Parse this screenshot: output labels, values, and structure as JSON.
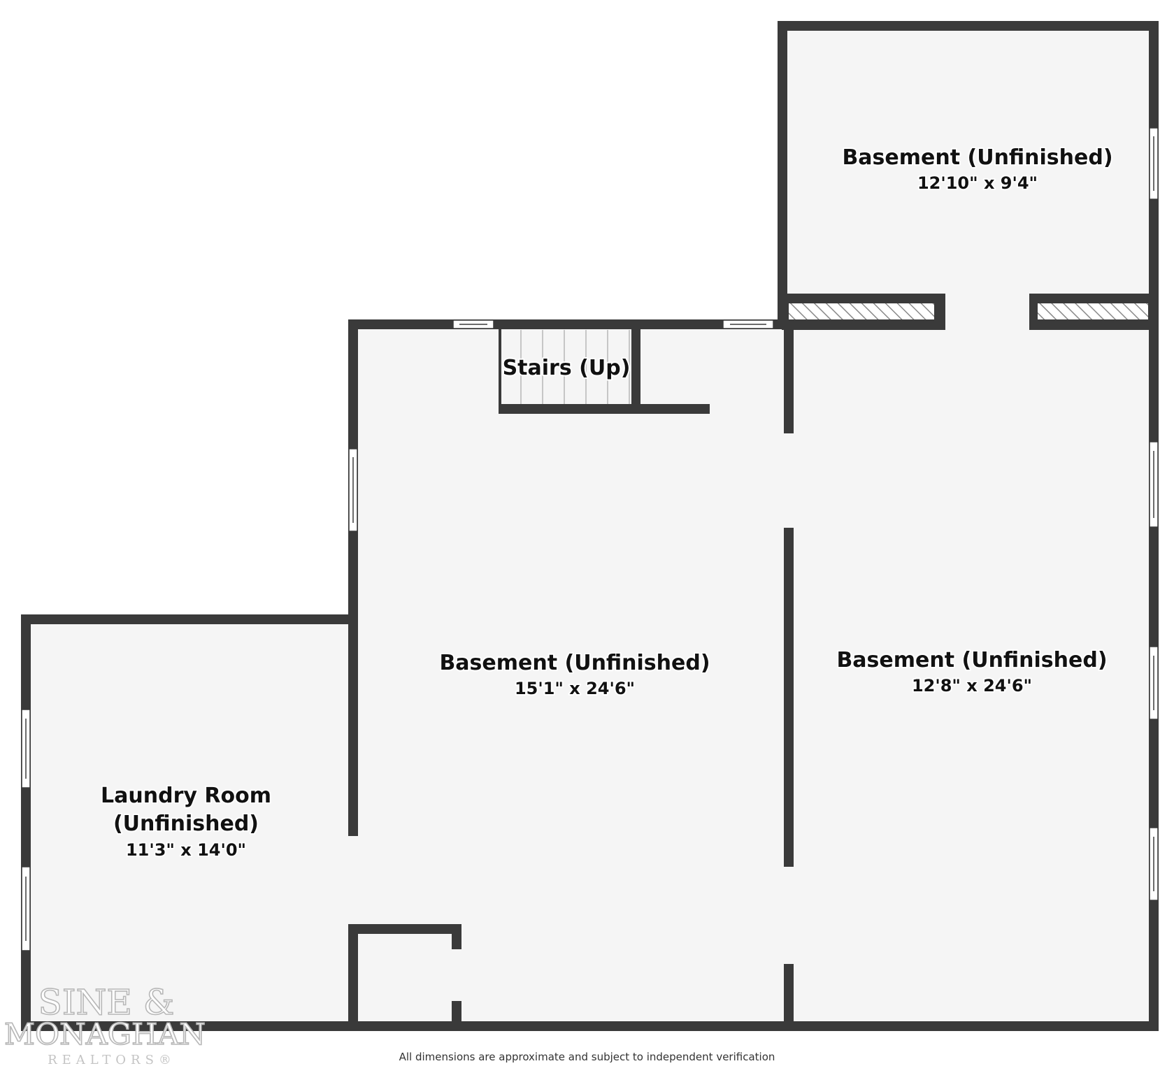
{
  "rooms": {
    "basement_top_right": {
      "name": "Basement (Unfinished)",
      "dimensions": "12'10\" x 9'4\""
    },
    "stairs": {
      "name": "Stairs (Up)"
    },
    "basement_center": {
      "name": "Basement (Unfinished)",
      "dimensions": "15'1\" x 24'6\""
    },
    "basement_right": {
      "name": "Basement (Unfinished)",
      "dimensions": "12'8\" x 24'6\""
    },
    "laundry": {
      "name_line1": "Laundry Room",
      "name_line2": "(Unfinished)",
      "dimensions": "11'3\" x 14'0\""
    }
  },
  "logo": {
    "line1": "SINE &",
    "line2": "MONAGHAN",
    "line3": "REALTORS®"
  },
  "footer": {
    "note": "All dimensions are approximate and subject to independent verification"
  },
  "colors": {
    "wall": "#3a3a3a",
    "floor": "#f5f5f5",
    "background": "#ffffff"
  }
}
